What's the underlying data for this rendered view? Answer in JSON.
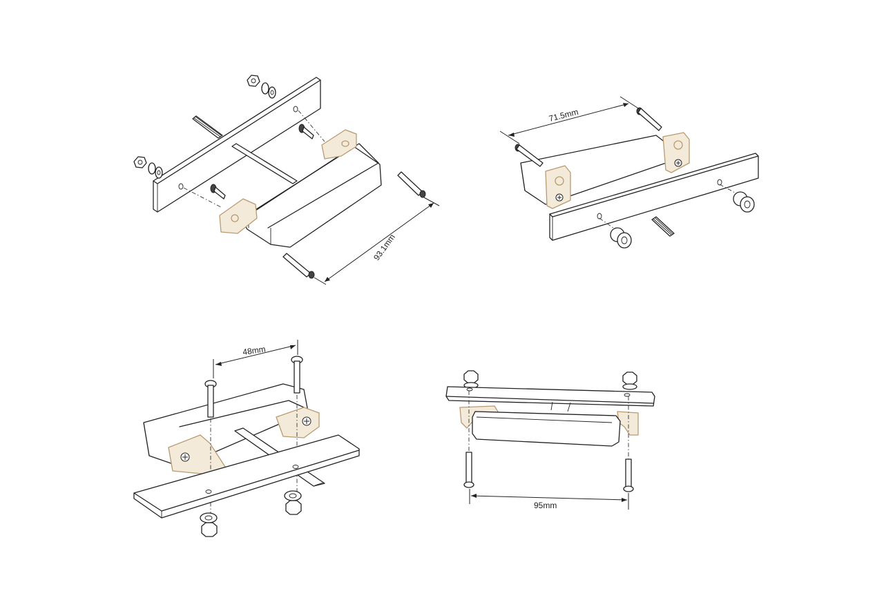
{
  "diagram": {
    "type": "exploded assembly diagram",
    "colors": {
      "line": "#222222",
      "bracket_fill": "#f4ead9",
      "bracket_stroke": "#b89a72",
      "background": "#ffffff"
    },
    "views": [
      {
        "id": "view-top-left",
        "description": "Handle with brackets mounted to vertical plate with nuts and washers",
        "dimension": "93.1mm"
      },
      {
        "id": "view-top-right",
        "description": "Handle with brackets, pins and screw-in nuts on front plate",
        "dimension": "71.5mm"
      },
      {
        "id": "view-bottom-left",
        "description": "Handle mounted on flat plate with top bolts and bottom nuts",
        "dimension": "48mm"
      },
      {
        "id": "view-bottom-right",
        "description": "Handle mounted under plate with bottom bolts and top nuts",
        "dimension": "95mm"
      }
    ]
  }
}
